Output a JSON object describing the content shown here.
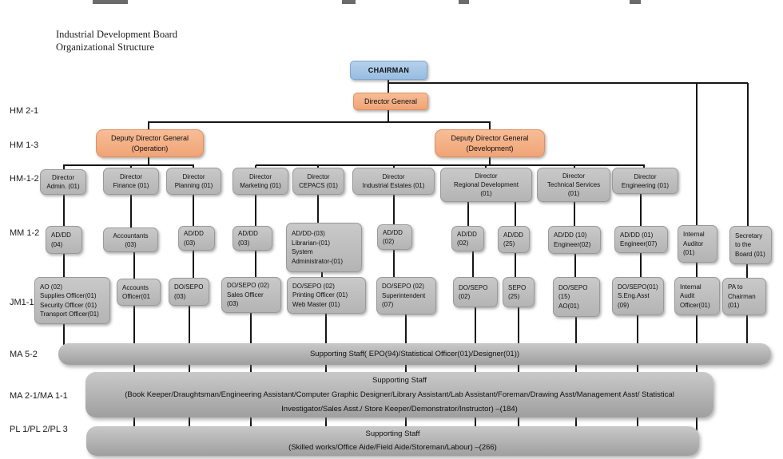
{
  "title": "Industrial Development Board\nOrganizational Structure",
  "grades": [
    "HM 2-1",
    "HM 1-3",
    "HM-1-2",
    "MM 1-2",
    "JM1-1",
    "MA 5-2",
    "MA 2-1/MA 1-1",
    "PL 1/PL 2/PL 3"
  ],
  "nodes": {
    "chairman": "CHAIRMAN",
    "director_general": "Director General",
    "ddg_operation": "Deputy Director General\n(Operation)",
    "ddg_development": "Deputy Director General\n(Development)",
    "dir_admin": "Director\nAdmin. (01)",
    "dir_finance": "Director\nFinance (01)",
    "dir_planning": "Director\nPlanning (01)",
    "dir_marketing": "Director\nMarketing (01)",
    "dir_cepacs": "Director\nCEPACS (01)",
    "dir_industrial_estates": "Director\nIndustrial Estates (01)",
    "dir_regional_development": "Director\nRegional Development\n(01)",
    "dir_technical_services": "Director\nTechnical Services\n(01)",
    "dir_engineering": "Director\nEngineering (01)",
    "addd_admin": "AD/DD\n(04)",
    "accountants": "Accountants\n(03)",
    "addd_planning": "AD/DD\n(03)",
    "addd_marketing": "AD/DD\n(03)",
    "addd_cepacs": "AD/DD-(03)\nLibrarian-(01)\nSystem\nAdministrator-(01)",
    "addd_industrial_estates": "AD/DD\n(02)",
    "addd_regional_1": "AD/DD\n(02)",
    "addd_regional_2": "AD/DD\n(25)",
    "addd_technical": "AD/DD (10)\nEngineer(02)",
    "addd_engineering": "AD/DD (01)\nEngineer(07)",
    "internal_auditor": "Internal\nAuditor\n(01)",
    "secretary_board": "Secretary\nto the\nBoard (01)",
    "ao_admin": "AO (02)\nSupplies Officer(01)\nSecurity Officer (01)\nTransport Officer(01)",
    "accounts_officer": "Accounts\nOfficer(01",
    "dosepo_planning": "DO/SEPO\n(03)",
    "dosepo_marketing": "DO/SEPO (02)\nSales Officer\n(03)",
    "dosepo_cepacs": "DO/SEPO (02)\nPrinting Officer (01)\nWeb Master (01)",
    "dosepo_industrial_estates": "DO/SEPO (02)\nSuperintendent\n(07)",
    "dosepo_regional_1": "DO/SEPO\n(02)",
    "sepo_regional_2": "SEPO\n(25)",
    "dosepo_technical": "DO/SEPO\n(15)\nAO(01)",
    "dosepo_engineering": "DO/SEPO(01)\nS.Eng.Asst\n(09)",
    "internal_audit_officer": "Internal\nAudit\nOfficer(01)",
    "pa_chairman": "PA to\nChairman\n(01)"
  },
  "bars": {
    "ma52": "Supporting Staff( EPO(94)/Statistical Officer(01)/Designer(01))",
    "ma21": "Supporting Staff\n(Book Keeper/Draughtsman/Engineering Assistant/Computer Graphic Designer/Library Assistant/Lab Assistant/Foreman/Drawing Asst/Management Asst/ Statistical\nInvestigator/Sales Asst./ Store Keeper/Demonstrator/Instructor) –(184)",
    "pl": "Supporting Staff\n(Skilled works/Office Aide/Field Aide/Storeman/Labour) –(266)"
  },
  "colors": {
    "chairman_fill": "#a6c5e6",
    "management_fill": "#f4ae88",
    "unit_fill": "#bfbfbf",
    "connector": "#161616"
  }
}
